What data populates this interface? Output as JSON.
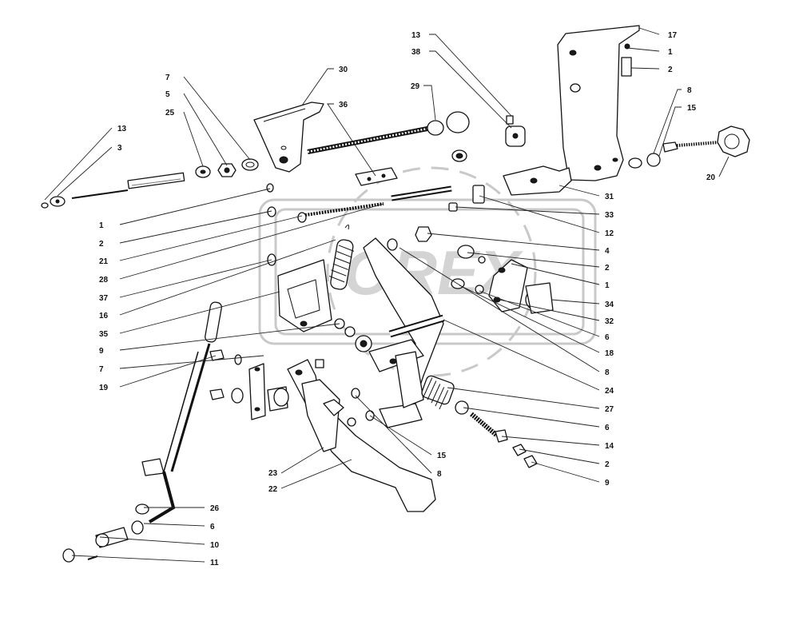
{
  "diagram": {
    "watermark": "OREX",
    "labels_left": [
      "13",
      "3",
      "25",
      "5",
      "7",
      "1",
      "2",
      "21",
      "28",
      "37",
      "16",
      "35",
      "9",
      "7",
      "19",
      "23",
      "22",
      "26",
      "6",
      "10",
      "11"
    ],
    "labels_top": [
      "30",
      "36",
      "29",
      "13",
      "38"
    ],
    "labels_right": [
      "17",
      "1",
      "2",
      "8",
      "15",
      "20",
      "31",
      "33",
      "12",
      "4",
      "2",
      "1",
      "34",
      "32",
      "6",
      "18",
      "8",
      "24",
      "27",
      "6",
      "14",
      "2",
      "9",
      "15",
      "8"
    ]
  }
}
